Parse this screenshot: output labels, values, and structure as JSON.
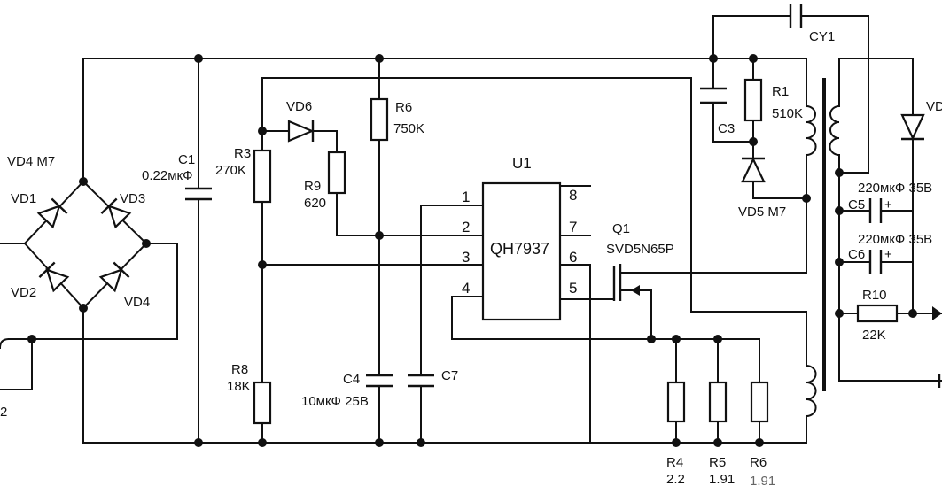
{
  "diagram": {
    "ic": {
      "ref": "U1",
      "part": "QH7937",
      "pins": [
        "1",
        "2",
        "3",
        "4",
        "5",
        "6",
        "7",
        "8"
      ]
    },
    "transistor": {
      "ref": "Q1",
      "part": "SVD5N65P"
    },
    "bridge": {
      "label": "VD4 M7",
      "diodes": [
        "VD1",
        "VD2",
        "VD3",
        "VD4"
      ]
    },
    "components": {
      "c1": {
        "ref": "C1",
        "value": "0.22мкФ"
      },
      "cy1": {
        "ref": "CY1"
      },
      "c3": {
        "ref": "C3"
      },
      "c4": {
        "ref": "C4",
        "value": "10мкФ 25В"
      },
      "c5": {
        "ref": "C5",
        "value": "220мкФ 35В"
      },
      "c6": {
        "ref": "C6",
        "value": "220мкФ 35В"
      },
      "c7": {
        "ref": "C7"
      },
      "r1": {
        "ref": "R1",
        "value": "510K"
      },
      "r3": {
        "ref": "R3",
        "value": "270K"
      },
      "r4": {
        "ref": "R4",
        "value": "2.2"
      },
      "r5": {
        "ref": "R5",
        "value": "1.91"
      },
      "r6a": {
        "ref": "R6",
        "value": "750K"
      },
      "r6b": {
        "ref": "R6",
        "value": "1.91"
      },
      "r8": {
        "ref": "R8",
        "value": "18K"
      },
      "r9": {
        "ref": "R9",
        "value": "620"
      },
      "r10": {
        "ref": "R10",
        "value": "22K"
      },
      "vd5": {
        "ref": "VD5 M7"
      },
      "vd6": {
        "ref": "VD6"
      },
      "vd_out": {
        "ref": "VD"
      }
    },
    "cap_polarity": "+",
    "edge_left": "2"
  }
}
